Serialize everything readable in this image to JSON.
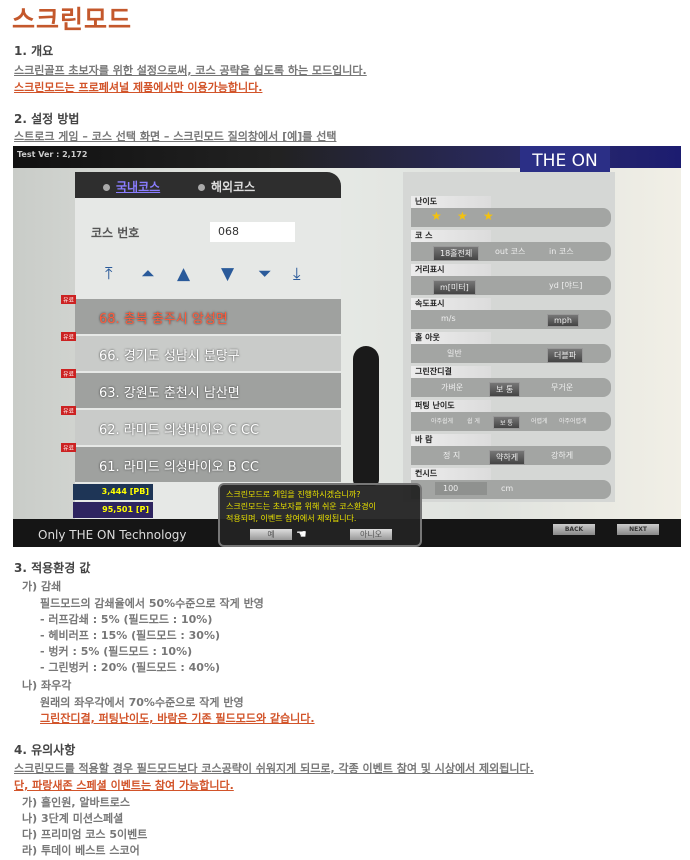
{
  "title": "스크린모드",
  "s1": {
    "heading": "1. 개요",
    "line": "스크린골프 초보자를 위한 설정으로써, 코스 공략을 쉽도록 하는 모드입니다.",
    "note": "스크린모드는 프로페셔널 제품에서만 이용가능합니다."
  },
  "s2": {
    "heading": "2. 설정 방법",
    "line": "스트로크 게임 – 코스 선택 화면 – 스크린모드 질의창에서 [예]를 선택"
  },
  "game": {
    "version": "Test Ver : 2,172",
    "logo": "THE ON",
    "tabs": [
      "국내코스",
      "해외코스"
    ],
    "course_label": "코스 번호",
    "course_value": "068",
    "arrows": [
      "⤒",
      "⏶",
      "▲",
      "▼",
      "⏷",
      "⤓"
    ],
    "badge": "유료",
    "courses": [
      "68.  충북 충주시 앙성면",
      "66.  경기도 성남시 분당구",
      "63.  강원도 춘천시 남산면",
      "62.  라미드 의성바이오 C CC",
      "61.  라미드 의성바이오 B CC"
    ],
    "dialog": {
      "lines": [
        "스크린모드로 게임을 진행하시겠습니까?",
        "스크린모드는 초보자를 위해 쉬운 코스환경이",
        "적용되며, 이벤트 참여에서 제외됩니다."
      ],
      "yes": "예",
      "no": "아니오"
    },
    "settings": {
      "difficulty": {
        "label": "난이도",
        "stars": 3
      },
      "course": {
        "label": "코 스",
        "options": [
          "18홀전체",
          "out 코스",
          "in 코스"
        ]
      },
      "distance": {
        "label": "거리표시",
        "options": [
          "m[미터]",
          "yd [야드]"
        ]
      },
      "speed": {
        "label": "속도표시",
        "options": [
          "m/s",
          "mph"
        ]
      },
      "holeout": {
        "label": "홀 아웃",
        "options": [
          "일반",
          "더블파"
        ]
      },
      "green": {
        "label": "그린잔디결",
        "options": [
          "가벼운",
          "보 통",
          "무거운"
        ]
      },
      "putting": {
        "label": "퍼팅 난이도",
        "options": [
          "아주쉽게",
          "쉽 게",
          "보 통",
          "어렵게",
          "아주어렵게"
        ]
      },
      "wind": {
        "label": "바 람",
        "options": [
          "정 지",
          "약하게",
          "강하게"
        ]
      },
      "concede": {
        "label": "컨시드",
        "value": "100",
        "unit": "cm"
      }
    },
    "pb": "3,444 [PB]",
    "points": "95,501 [P]",
    "tagline": "Only THE ON Technology",
    "back": "BACK",
    "next": "NEXT"
  },
  "s3": {
    "heading": "3. 적용환경 값",
    "a": "가) 감쇄",
    "a_desc": "필드모드의 감쇄율에서 50%수준으로 작게 반영",
    "a_items": [
      "- 러프감쇄 : 5% (필드모드 : 10%)",
      "- 헤비러프 : 15% (필드모드 : 30%)",
      "- 벙커 : 5% (필드모드 : 10%)",
      "- 그린벙커 : 20% (필드모드 : 40%)"
    ],
    "b": "나) 좌우각",
    "b_desc": "원래의 좌우각에서 70%수준으로 작게 반영",
    "b_note": "그린잔디결, 퍼팅난이도, 바람은 기존 필드모드와 같습니다."
  },
  "s4": {
    "heading": "4. 유의사항",
    "line": "스크린모드를 적용할 경우 필드모드보다 코스공략이 쉬워지게 되므로, 각종 이벤트 참여 및 시상에서 제외됩니다.",
    "note": "단, 파랑새존 스페셜 이벤트는 참여 가능합니다.",
    "items": [
      "가) 홀인원, 알바트로스",
      "나) 3단계 미션스페셜",
      "다) 프리미엄 코스 5이벤트",
      "라) 투데이 베스트 스코어"
    ]
  }
}
